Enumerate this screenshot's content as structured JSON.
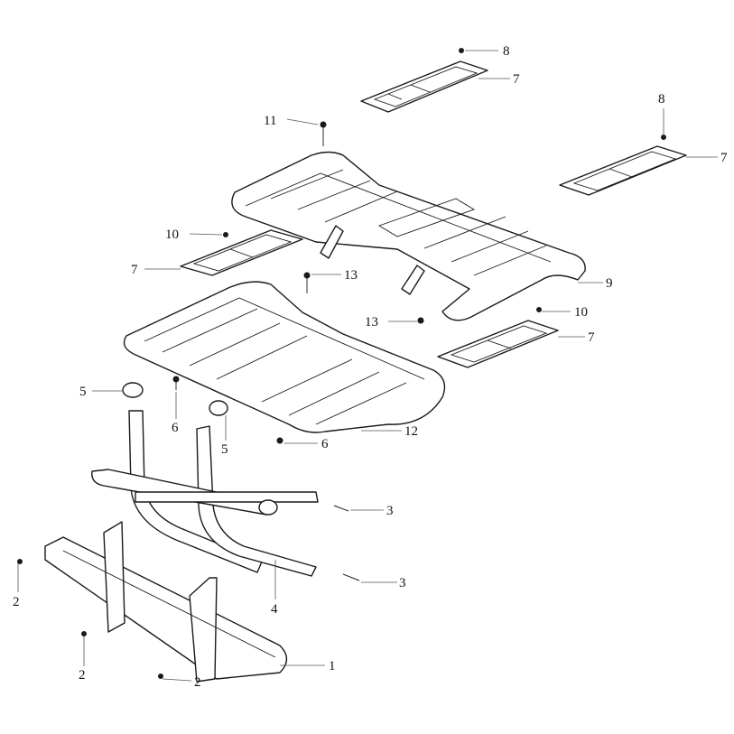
{
  "callouts": [
    {
      "id": "c1",
      "label": "1"
    },
    {
      "id": "c2a",
      "label": "2"
    },
    {
      "id": "c2b",
      "label": "2"
    },
    {
      "id": "c2c",
      "label": "2"
    },
    {
      "id": "c3a",
      "label": "3"
    },
    {
      "id": "c3b",
      "label": "3"
    },
    {
      "id": "c4",
      "label": "4"
    },
    {
      "id": "c5a",
      "label": "5"
    },
    {
      "id": "c5b",
      "label": "5"
    },
    {
      "id": "c6a",
      "label": "6"
    },
    {
      "id": "c6b",
      "label": "6"
    },
    {
      "id": "c7a",
      "label": "7"
    },
    {
      "id": "c7b",
      "label": "7"
    },
    {
      "id": "c7c",
      "label": "7"
    },
    {
      "id": "c7d",
      "label": "7"
    },
    {
      "id": "c8a",
      "label": "8"
    },
    {
      "id": "c8b",
      "label": "8"
    },
    {
      "id": "c9",
      "label": "9"
    },
    {
      "id": "c10a",
      "label": "10"
    },
    {
      "id": "c10b",
      "label": "10"
    },
    {
      "id": "c11",
      "label": "11"
    },
    {
      "id": "c12",
      "label": "12"
    },
    {
      "id": "c13a",
      "label": "13"
    },
    {
      "id": "c13b",
      "label": "13"
    }
  ]
}
